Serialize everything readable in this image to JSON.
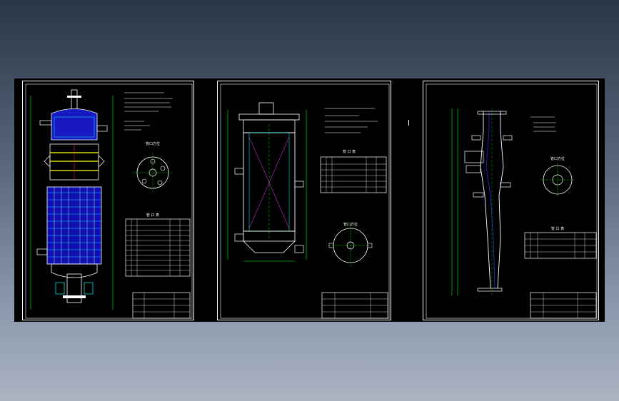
{
  "colors": {
    "background_top": "#2a3646",
    "background_bottom": "#aab3c1",
    "canvas": "#000000",
    "line_white": "#ffffff",
    "line_green": "#00ff00",
    "line_cyan": "#00ffff",
    "line_blue": "#3030ff",
    "line_yellow": "#ffff00",
    "line_red": "#ff2020",
    "line_magenta": "#ff40ff"
  },
  "sheets": [
    {
      "name": "sheet-left",
      "nozzle_table_title": "管 口 表",
      "nozzle_view_title": "管口方位"
    },
    {
      "name": "sheet-middle",
      "nozzle_table_title": "管 口 表",
      "nozzle_view_title": "管口方位"
    },
    {
      "name": "sheet-right",
      "nozzle_table_title": "管 口 表",
      "nozzle_view_title": "管口方位"
    }
  ]
}
